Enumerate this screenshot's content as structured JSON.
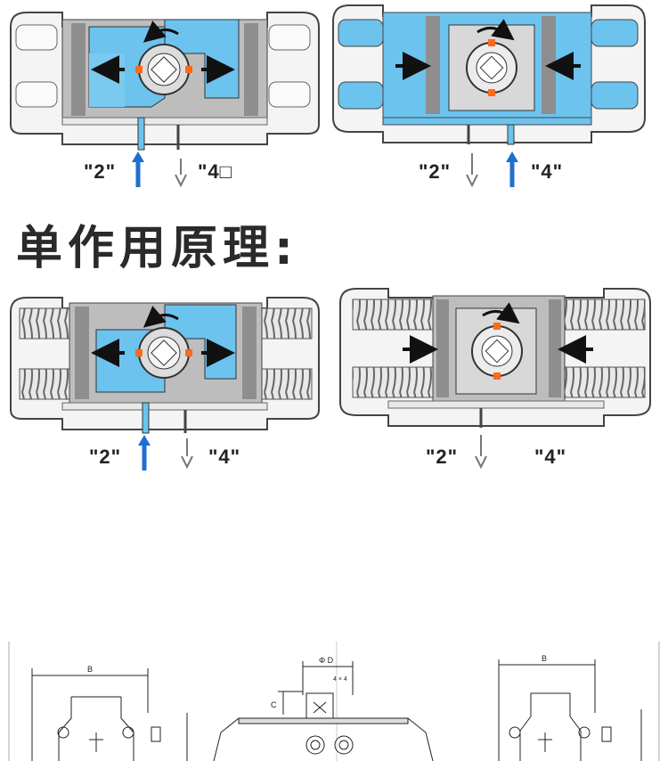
{
  "heading": "单作用原理:",
  "colors": {
    "air": "#6cc3ee",
    "body": "#f4f4f4",
    "steel": "#9a9a9a",
    "arrow_blue": "#1f6fd1",
    "spring": "#777777"
  },
  "panels": [
    {
      "id": "double-acting-open",
      "port_a": "\"2\"",
      "port_b": "\"4□"
    },
    {
      "id": "double-acting-close",
      "port_a": "\"2\"",
      "port_b": "\"4\""
    },
    {
      "id": "single-acting-open",
      "port_a": "\"2\"",
      "port_b": "\"4\""
    },
    {
      "id": "single-acting-close",
      "port_a": "\"2\"",
      "port_b": "\"4\""
    }
  ],
  "dimensions": {
    "b_left": "B",
    "phi_d": "Φ D",
    "hole": "4 × 4",
    "c": "C",
    "b_right": "B"
  }
}
